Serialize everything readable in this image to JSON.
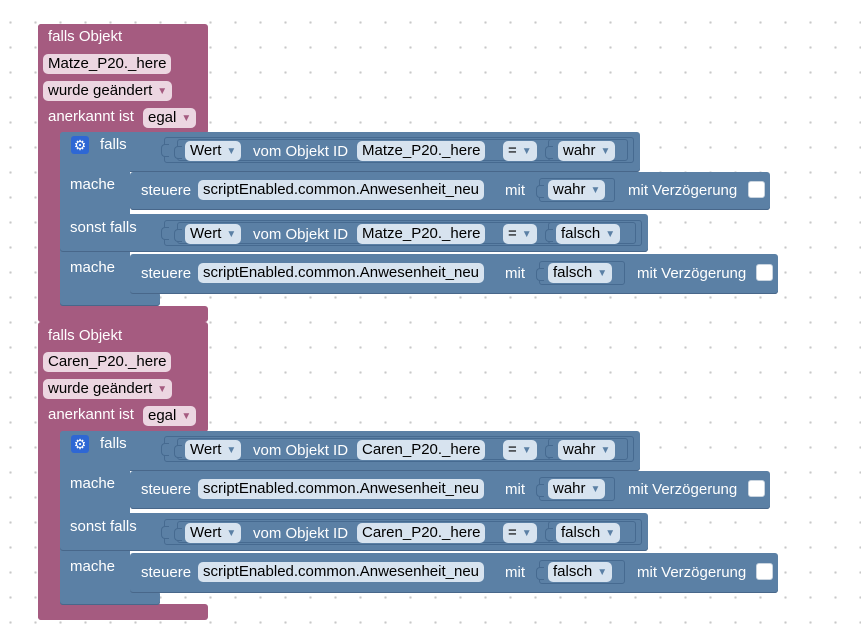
{
  "blocks": [
    {
      "header": "falls Objekt",
      "object_id": "Matze_P20._here",
      "trigger": "wurde geändert",
      "ack_label": "anerkannt ist",
      "ack_value": "egal",
      "if_label": "falls",
      "do_label": "mache",
      "elseif_label": "sonst falls",
      "cond1": {
        "wert": "Wert",
        "vom": "vom Objekt ID",
        "oid": "Matze_P20._here",
        "op": "=",
        "val": "wahr"
      },
      "action1": {
        "steuere": "steuere",
        "target": "scriptEnabled.common.Anwesenheit_neu",
        "mit": "mit",
        "val": "wahr",
        "delay": "mit Verzögerung"
      },
      "cond2": {
        "wert": "Wert",
        "vom": "vom Objekt ID",
        "oid": "Matze_P20._here",
        "op": "=",
        "val": "falsch"
      },
      "action2": {
        "steuere": "steuere",
        "target": "scriptEnabled.common.Anwesenheit_neu",
        "mit": "mit",
        "val": "falsch",
        "delay": "mit Verzögerung"
      }
    },
    {
      "header": "falls Objekt",
      "object_id": "Caren_P20._here",
      "trigger": "wurde geändert",
      "ack_label": "anerkannt ist",
      "ack_value": "egal",
      "if_label": "falls",
      "do_label": "mache",
      "elseif_label": "sonst falls",
      "cond1": {
        "wert": "Wert",
        "vom": "vom Objekt ID",
        "oid": "Caren_P20._here",
        "op": "=",
        "val": "wahr"
      },
      "action1": {
        "steuere": "steuere",
        "target": "scriptEnabled.common.Anwesenheit_neu",
        "mit": "mit",
        "val": "wahr",
        "delay": "mit Verzögerung"
      },
      "cond2": {
        "wert": "Wert",
        "vom": "vom Objekt ID",
        "oid": "Caren_P20._here",
        "op": "=",
        "val": "falsch"
      },
      "action2": {
        "steuere": "steuere",
        "target": "scriptEnabled.common.Anwesenheit_neu",
        "mit": "mit",
        "val": "falsch",
        "delay": "mit Verzögerung"
      }
    }
  ],
  "icons": {
    "gear": "gear-icon",
    "dropdown": "dropdown-arrow-icon"
  },
  "colors": {
    "trigger_block": "#a55b80",
    "logic_block": "#5b80a5",
    "gear": "#2e67d4"
  }
}
